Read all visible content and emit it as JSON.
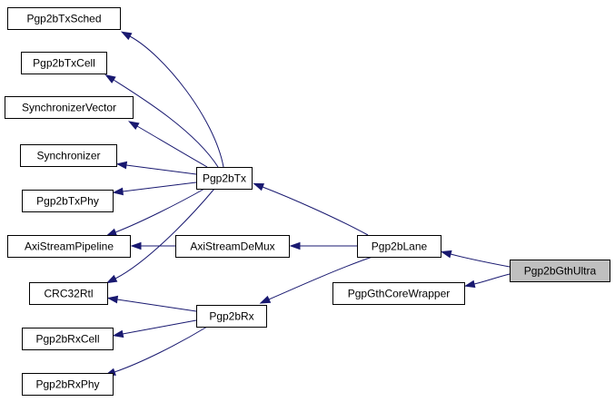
{
  "diagram": {
    "nodes": [
      {
        "id": "Pgp2bTxSched",
        "label": "Pgp2bTxSched"
      },
      {
        "id": "Pgp2bTxCell",
        "label": "Pgp2bTxCell"
      },
      {
        "id": "SynchronizerVector",
        "label": "SynchronizerVector"
      },
      {
        "id": "Synchronizer",
        "label": "Synchronizer"
      },
      {
        "id": "Pgp2bTxPhy",
        "label": "Pgp2bTxPhy"
      },
      {
        "id": "AxiStreamPipeline",
        "label": "AxiStreamPipeline"
      },
      {
        "id": "CRC32Rtl",
        "label": "CRC32Rtl"
      },
      {
        "id": "Pgp2bRxCell",
        "label": "Pgp2bRxCell"
      },
      {
        "id": "Pgp2bRxPhy",
        "label": "Pgp2bRxPhy"
      },
      {
        "id": "Pgp2bTx",
        "label": "Pgp2bTx"
      },
      {
        "id": "AxiStreamDeMux",
        "label": "AxiStreamDeMux"
      },
      {
        "id": "Pgp2bRx",
        "label": "Pgp2bRx"
      },
      {
        "id": "Pgp2bLane",
        "label": "Pgp2bLane"
      },
      {
        "id": "PgpGthCoreWrapper",
        "label": "PgpGthCoreWrapper"
      },
      {
        "id": "Pgp2bGthUltra",
        "label": "Pgp2bGthUltra",
        "highlighted": true
      }
    ],
    "edges": [
      {
        "from": "Pgp2bTx",
        "to": "Pgp2bTxSched"
      },
      {
        "from": "Pgp2bTx",
        "to": "Pgp2bTxCell"
      },
      {
        "from": "Pgp2bTx",
        "to": "SynchronizerVector"
      },
      {
        "from": "Pgp2bTx",
        "to": "Synchronizer"
      },
      {
        "from": "Pgp2bTx",
        "to": "Pgp2bTxPhy"
      },
      {
        "from": "Pgp2bTx",
        "to": "AxiStreamPipeline"
      },
      {
        "from": "Pgp2bTx",
        "to": "CRC32Rtl"
      },
      {
        "from": "AxiStreamDeMux",
        "to": "AxiStreamPipeline"
      },
      {
        "from": "Pgp2bRx",
        "to": "CRC32Rtl"
      },
      {
        "from": "Pgp2bRx",
        "to": "Pgp2bRxCell"
      },
      {
        "from": "Pgp2bRx",
        "to": "Pgp2bRxPhy"
      },
      {
        "from": "Pgp2bLane",
        "to": "Pgp2bTx"
      },
      {
        "from": "Pgp2bLane",
        "to": "AxiStreamDeMux"
      },
      {
        "from": "Pgp2bLane",
        "to": "Pgp2bRx"
      },
      {
        "from": "Pgp2bGthUltra",
        "to": "Pgp2bLane"
      },
      {
        "from": "Pgp2bGthUltra",
        "to": "PgpGthCoreWrapper"
      }
    ],
    "colors": {
      "edge": "#191970",
      "node_fill": "#ffffff",
      "node_border": "#000000",
      "highlight_fill": "#bfbfbf"
    }
  }
}
